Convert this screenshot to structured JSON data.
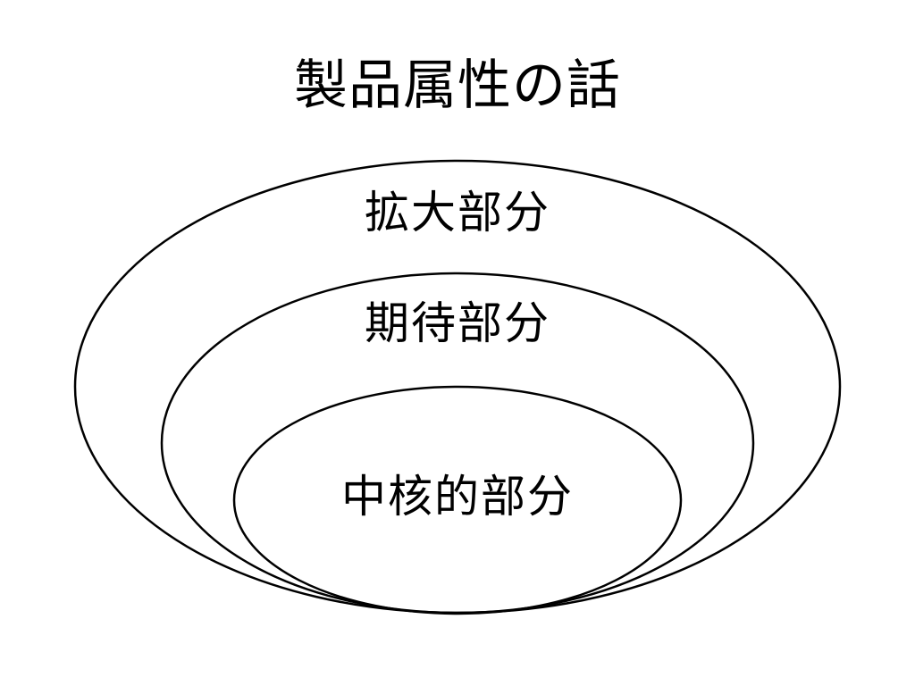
{
  "slide": {
    "title": "製品属性の話"
  },
  "diagram": {
    "rings": [
      {
        "id": "outer",
        "label": "拡大部分"
      },
      {
        "id": "middle",
        "label": "期待部分"
      },
      {
        "id": "inner",
        "label": "中核的部分"
      }
    ],
    "colors": {
      "stroke": "#000000",
      "background": "#ffffff",
      "text": "#000000"
    }
  }
}
